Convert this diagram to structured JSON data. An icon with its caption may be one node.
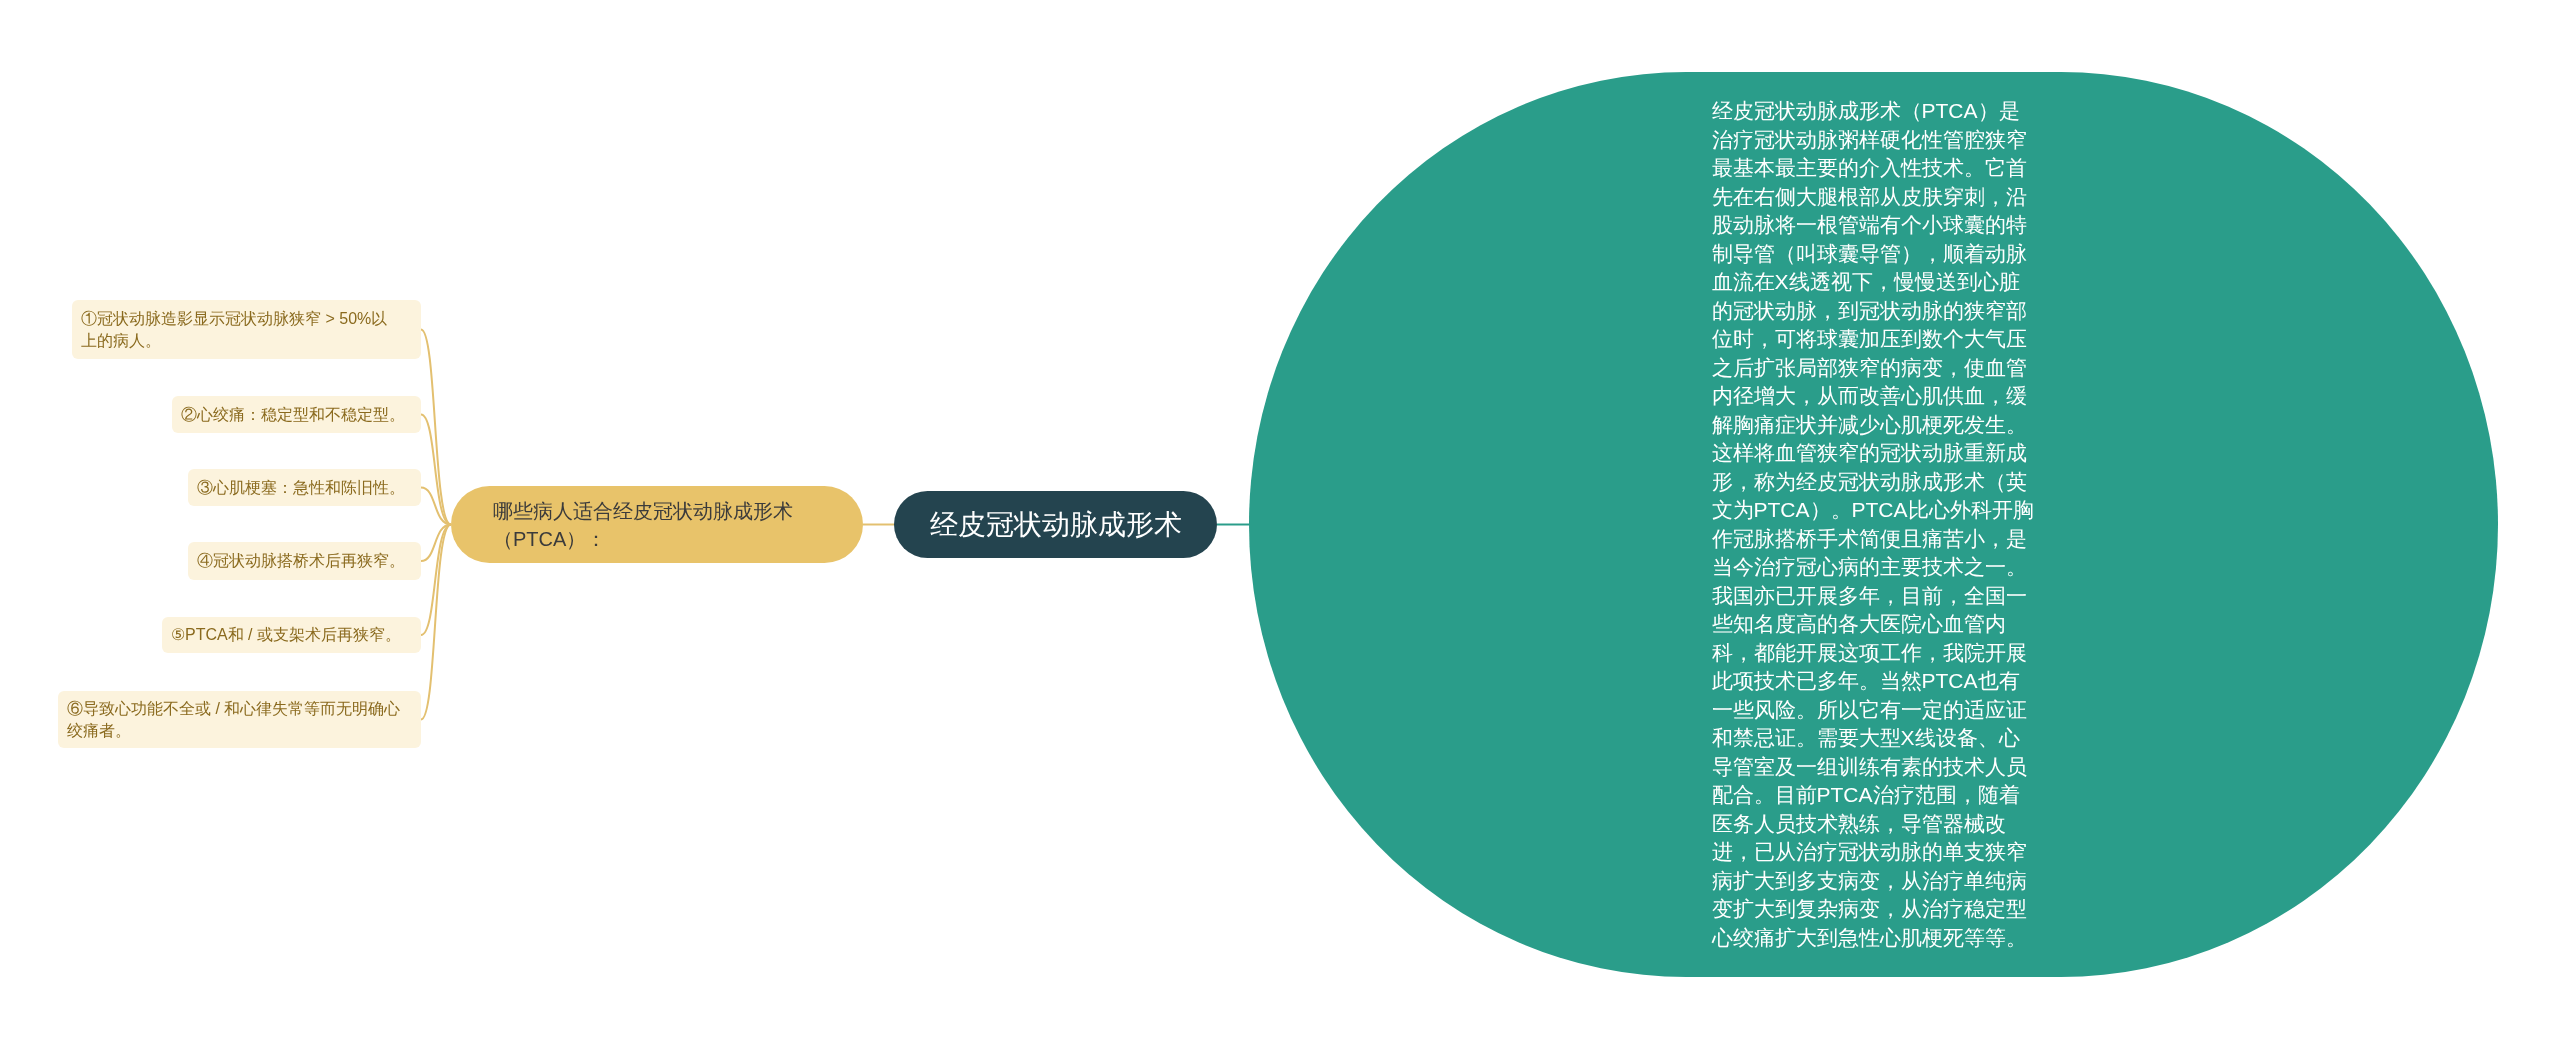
{
  "diagram": {
    "nodes": [
      {
        "text": [
          "经皮冠状动脉成形术"
        ]
      },
      {
        "text": [
          "哪些病人适合经皮冠状动脉成形术（PTCA）："
        ]
      },
      {
        "text": [
          "①冠状动脉造影显示冠状动脉狭窄 > 50%以上的病人。"
        ]
      },
      {
        "text": [
          "②心绞痛：稳定型和不稳定型。"
        ]
      },
      {
        "text": [
          "③心肌梗塞：急性和陈旧性。"
        ]
      },
      {
        "text": [
          "④冠状动脉搭桥术后再狭窄。"
        ]
      },
      {
        "text": [
          "⑤PTCA和 / 或支架术后再狭窄。"
        ]
      },
      {
        "text": [
          "⑥导致心功能不全或 / 和心律失常等而无明确心绞痛者。"
        ]
      },
      {
        "text": [
          "经皮冠状动脉成形术（PTCA）是治疗冠状动脉粥样硬化性管腔狭窄最基本最主要的介入性技术。它首先在右侧大腿根部从皮肤穿刺，沿股动脉将一根管端有个小球囊的特制导管（叫球囊导管），顺着动脉血流在X线透视下，慢慢送到心脏的冠状动脉，到冠状动脉的狭窄部位时，可将球囊加压到数个大气压之后扩张局部狭窄的病变，使血管内径增大，从而改善心肌供血，缓解胸痛症状并减少心肌梗死发生。这样将血管狭窄的冠状动脉重新成形，称为经皮冠状动脉成形术（英文为PTCA）。PTCA比心外科开胸作冠脉搭桥手术简便且痛苦小，是当今治疗冠心病的主要技术之一。我国亦已开展多年，目前，全国一些知名度高的各大医院心血管内科，都能开展这项工作，我院开展此项技术已多年。当然PTCA也有一些风险。所以它有一定的适应证和禁忌证。需要大型X线设备、心导管室及一组训练有素的技术人员配合。目前PTCA治疗范围，随着医务人员技术熟练，导管器械改进，已从治疗冠状动脉的单支狭窄病扩大到多支病变，从治疗单纯病变扩大到复杂病变，从治疗稳定型心绞痛扩大到急性心肌梗死等等。"
        ]
      }
    ],
    "edges": [
      {
        "from": 0,
        "to": 1,
        "arrow": "none"
      },
      {
        "from": 1,
        "to": 2,
        "arrow": "none"
      },
      {
        "from": 1,
        "to": 3,
        "arrow": "none"
      },
      {
        "from": 1,
        "to": 4,
        "arrow": "none"
      },
      {
        "from": 1,
        "to": 5,
        "arrow": "none"
      },
      {
        "from": 1,
        "to": 6,
        "arrow": "none"
      },
      {
        "from": 1,
        "to": 7,
        "arrow": "none"
      },
      {
        "from": 0,
        "to": 8,
        "arrow": "none",
        "color": "#2a9d8a"
      }
    ]
  }
}
